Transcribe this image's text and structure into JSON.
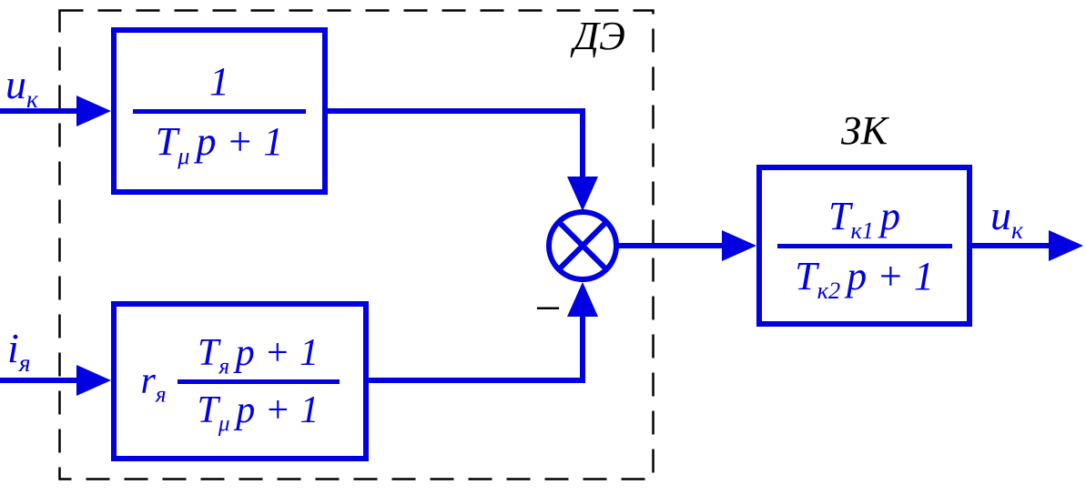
{
  "colors": {
    "line": "#0000e0",
    "text": "#000000",
    "background": "#ffffff"
  },
  "labels": {
    "subsystem": "ДЭ",
    "controller": "ЗК",
    "minus": "−"
  },
  "signals": {
    "input_top": {
      "base": "u",
      "sub": "к"
    },
    "input_bottom": {
      "base": "i",
      "sub": "я"
    },
    "output": {
      "base": "u",
      "sub": "к"
    }
  },
  "blocks": {
    "filter": {
      "num": "1",
      "den_base": "T",
      "den_sub": "μ",
      "den_rest": "p + 1"
    },
    "armature": {
      "coef_base": "r",
      "coef_sub": "я",
      "num_base": "T",
      "num_sub": "я",
      "num_rest": "p + 1",
      "den_base": "T",
      "den_sub": "μ",
      "den_rest": "p + 1"
    },
    "controller": {
      "num_base": "T",
      "num_sub": "к1",
      "num_rest": "p",
      "den_base": "T",
      "den_sub": "к2",
      "den_rest": "p + 1"
    }
  }
}
